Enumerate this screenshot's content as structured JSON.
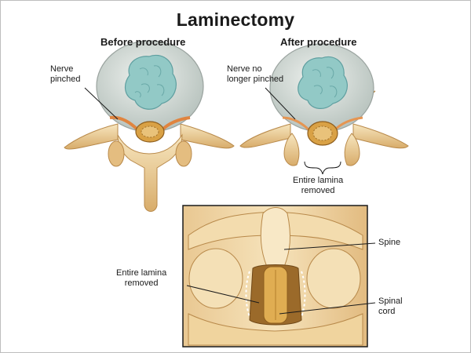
{
  "title": "Laminectomy",
  "panels": {
    "before": {
      "heading": "Before procedure",
      "callout": {
        "line1": "Nerve",
        "line2": "pinched"
      }
    },
    "after": {
      "heading": "After procedure",
      "callout": {
        "line1": "Nerve no",
        "line2": "longer pinched"
      },
      "bracket_label": {
        "line1": "Entire lamina",
        "line2": "removed"
      }
    },
    "detail": {
      "labels": {
        "spine": "Spine",
        "lamina": {
          "line1": "Entire lamina",
          "line2": "removed"
        },
        "cord": {
          "line1": "Spinal",
          "line2": "cord"
        }
      }
    }
  },
  "colors": {
    "bone": "#f0d7a2",
    "bone_shade": "#c99a55",
    "disc": "#cfd8d3",
    "nucleus": "#8fc7c5",
    "nerve": "#e38a4a",
    "cord": "#d9a145"
  }
}
